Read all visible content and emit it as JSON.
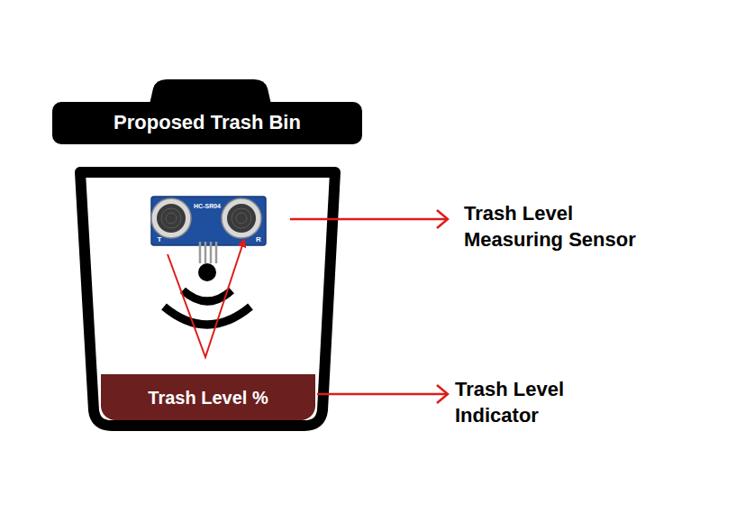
{
  "diagram": {
    "nodes": [
      {
        "text": [
          "Proposed Trash Bin"
        ]
      },
      {
        "text": [
          "Trash Level %"
        ]
      }
    ],
    "labels": [
      "HC-SR04",
      "T",
      "R",
      "Trash Level Measuring Sensor",
      "Trash Level Indicator"
    ]
  }
}
